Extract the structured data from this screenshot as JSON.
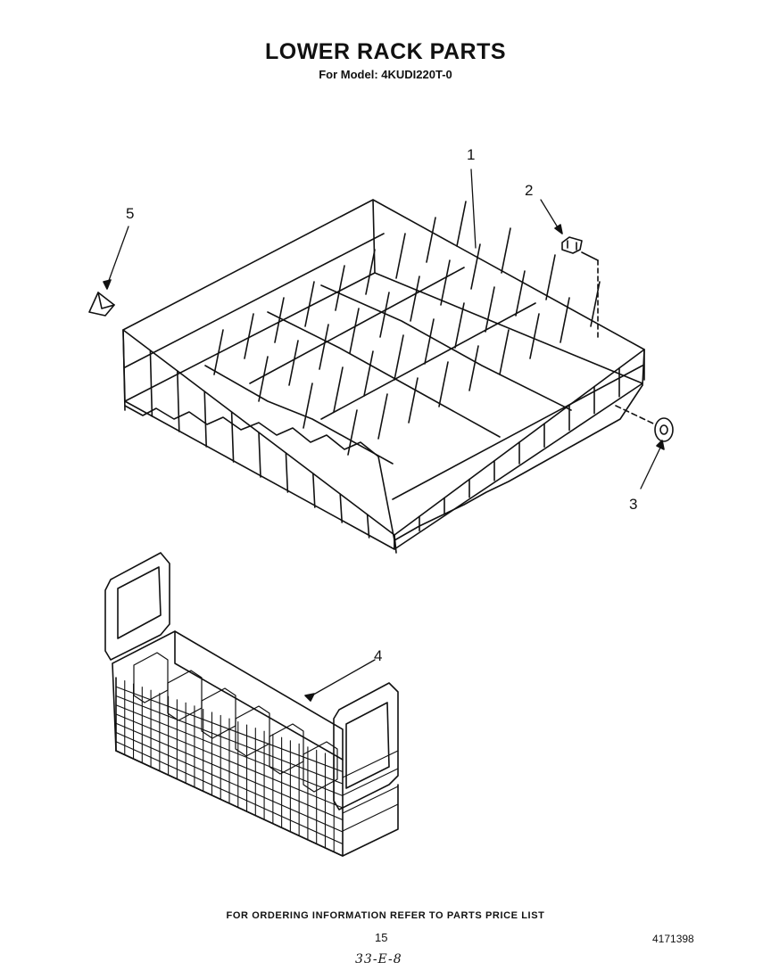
{
  "header": {
    "title": "LOWER RACK PARTS",
    "model_label": "For Model:",
    "model_number": "4KUDI220T-0"
  },
  "callouts": {
    "c1": "1",
    "c2": "2",
    "c3": "3",
    "c4": "4",
    "c5": "5"
  },
  "footer": {
    "ordering_note": "FOR ORDERING INFORMATION REFER TO PARTS PRICE LIST",
    "page_number": "15",
    "document_number": "4171398",
    "handwritten_mark": "33-E-8"
  }
}
